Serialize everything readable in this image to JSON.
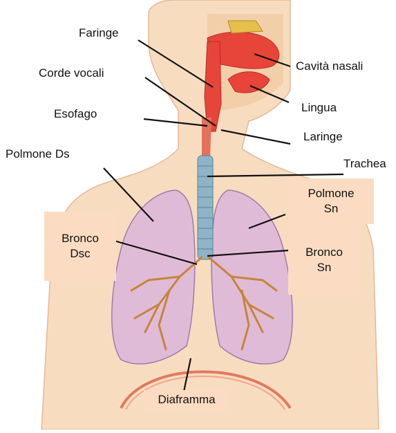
{
  "labels": {
    "faringe": "Faringe",
    "corde_vocali": "Corde vocali",
    "esofago": "Esofago",
    "polmone_ds": "Polmone Ds",
    "cavita_nasali": "Cavità nasali",
    "lingua": "Lingua",
    "laringe": "Laringe",
    "trachea": "Trachea",
    "polmone_sn_1": "Polmone",
    "polmone_sn_2": "Sn",
    "bronco_dsc_1": "Bronco",
    "bronco_dsc_2": "Dsc",
    "bronco_sn_1": "Bronco",
    "bronco_sn_2": "Sn",
    "diaframma": "Diaframma"
  },
  "colors": {
    "skin": "#f7dcc0",
    "skin_shadow": "#eac3a0",
    "airway": "#e8453a",
    "lung": "#d9b3dc",
    "trachea": "#8fb4c8",
    "label_box": "#fbdcc2",
    "diaphragm": "#e07a5f"
  }
}
